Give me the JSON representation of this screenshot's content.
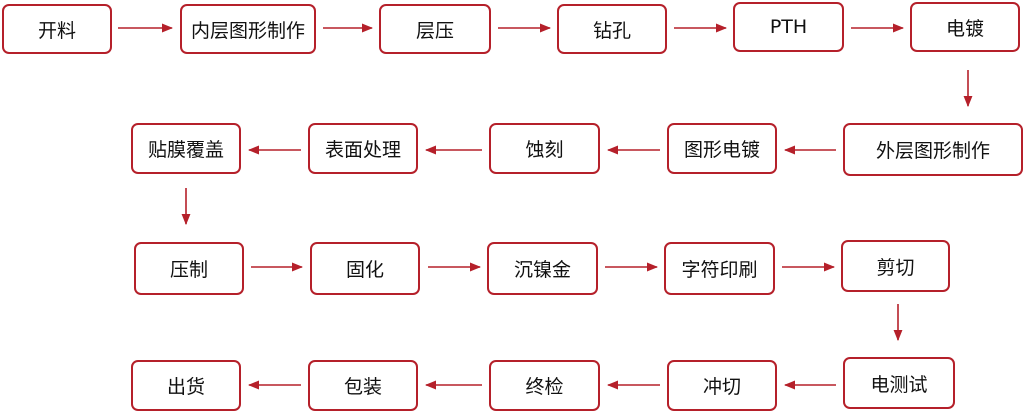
{
  "accent_color": "#b5202a",
  "steps": [
    "开料",
    "内层图形制作",
    "层压",
    "钻孔",
    "PTH",
    "电镀",
    "外层图形制作",
    "图形电镀",
    "蚀刻",
    "表面处理",
    "贴膜覆盖",
    "压制",
    "固化",
    "沉镍金",
    "字符印刷",
    "剪切",
    "电测试",
    "冲切",
    "终检",
    "包装",
    "出货"
  ]
}
